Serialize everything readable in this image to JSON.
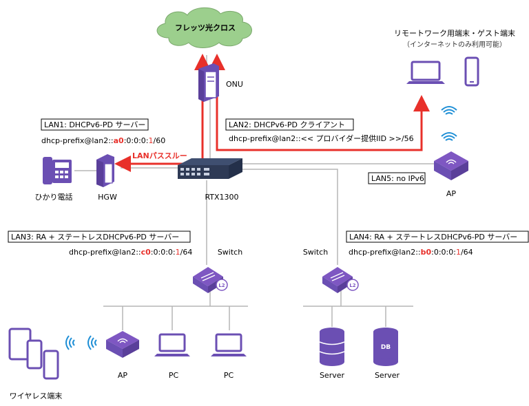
{
  "cloud": {
    "label": "フレッツ光クロス"
  },
  "onu": {
    "label": "ONU"
  },
  "rtx": {
    "label": "RTX1300"
  },
  "hgw": {
    "label": "HGW"
  },
  "phone": {
    "label": "ひかり電話"
  },
  "lan_passthrough": {
    "label": "LANパススルー"
  },
  "remote": {
    "line1": "リモートワーク用端末・ゲスト端末",
    "line2": "（インターネットのみ利用可能）"
  },
  "ap_right": {
    "label": "AP"
  },
  "lan1": {
    "box": "LAN1: DHCPv6-PD サーバー",
    "prefix_a": "dhcp-prefix@lan2::",
    "prefix_hl": "a0",
    "prefix_b": ":0:0:0:",
    "prefix_one": "1",
    "prefix_c": "/60"
  },
  "lan2": {
    "box": "LAN2: DHCPv6-PD クライアント",
    "prefix": "dhcp-prefix@lan2::<< プロバイダー提供IID >>/56"
  },
  "lan5": {
    "box": "LAN5: no IPv6"
  },
  "lan3": {
    "box": "LAN3: RA + ステートレスDHCPv6-PD サーバー",
    "prefix_a": "dhcp-prefix@lan2::",
    "prefix_hl": "c0",
    "prefix_b": ":0:0:0:",
    "prefix_one": "1",
    "prefix_c": "/64"
  },
  "lan4": {
    "box": "LAN4: RA + ステートレスDHCPv6-PD サーバー",
    "prefix_a": "dhcp-prefix@lan2::",
    "prefix_hl": "b0",
    "prefix_b": ":0:0:0:",
    "prefix_one": "1",
    "prefix_c": "/64"
  },
  "switch_left": {
    "label": "Switch",
    "badge": "L2"
  },
  "switch_right": {
    "label": "Switch",
    "badge": "L2"
  },
  "bottom_left": {
    "ap": "AP",
    "pc1": "PC",
    "pc2": "PC",
    "wireless": "ワイヤレス端末"
  },
  "bottom_right": {
    "server1": "Server",
    "server2": "Server",
    "db": "DB"
  },
  "colors": {
    "accent": "#7e57c2",
    "red": "#e8302a",
    "cloud": "#9ccf8d",
    "line": "#b0b0b0"
  }
}
